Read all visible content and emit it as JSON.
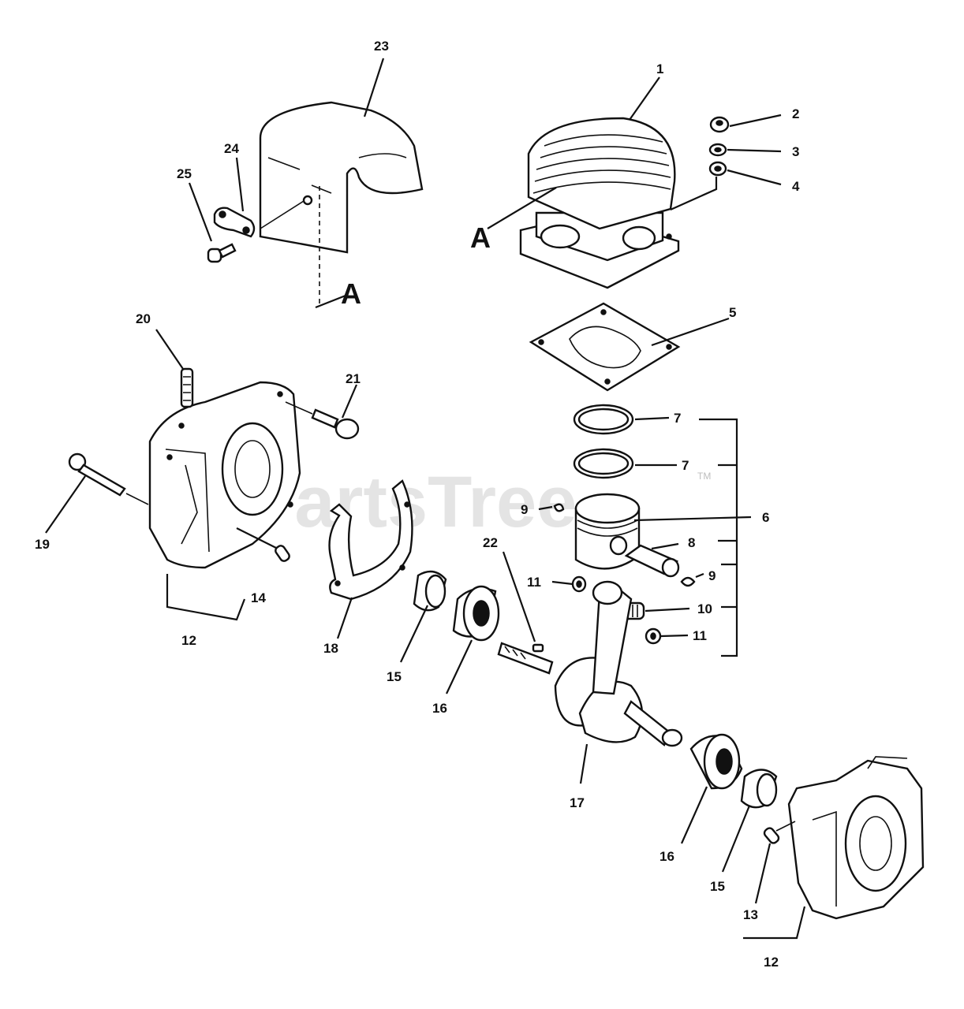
{
  "watermark": {
    "text": "PartsTree",
    "tm": "TM"
  },
  "reference_markers": [
    "A",
    "A"
  ],
  "callouts": [
    {
      "id": "c1",
      "label": "1"
    },
    {
      "id": "c2",
      "label": "2"
    },
    {
      "id": "c3",
      "label": "3"
    },
    {
      "id": "c4",
      "label": "4"
    },
    {
      "id": "c5",
      "label": "5"
    },
    {
      "id": "c6",
      "label": "6"
    },
    {
      "id": "c7a",
      "label": "7"
    },
    {
      "id": "c7b",
      "label": "7"
    },
    {
      "id": "c8",
      "label": "8"
    },
    {
      "id": "c9a",
      "label": "9"
    },
    {
      "id": "c9b",
      "label": "9"
    },
    {
      "id": "c10",
      "label": "10"
    },
    {
      "id": "c11a",
      "label": "11"
    },
    {
      "id": "c11b",
      "label": "11"
    },
    {
      "id": "c12a",
      "label": "12"
    },
    {
      "id": "c12b",
      "label": "12"
    },
    {
      "id": "c13",
      "label": "13"
    },
    {
      "id": "c14",
      "label": "14"
    },
    {
      "id": "c15a",
      "label": "15"
    },
    {
      "id": "c15b",
      "label": "15"
    },
    {
      "id": "c16a",
      "label": "16"
    },
    {
      "id": "c16b",
      "label": "16"
    },
    {
      "id": "c17",
      "label": "17"
    },
    {
      "id": "c18",
      "label": "18"
    },
    {
      "id": "c19",
      "label": "19"
    },
    {
      "id": "c20",
      "label": "20"
    },
    {
      "id": "c21",
      "label": "21"
    },
    {
      "id": "c22",
      "label": "22"
    },
    {
      "id": "c23",
      "label": "23"
    },
    {
      "id": "c24",
      "label": "24"
    },
    {
      "id": "c25",
      "label": "25"
    }
  ]
}
